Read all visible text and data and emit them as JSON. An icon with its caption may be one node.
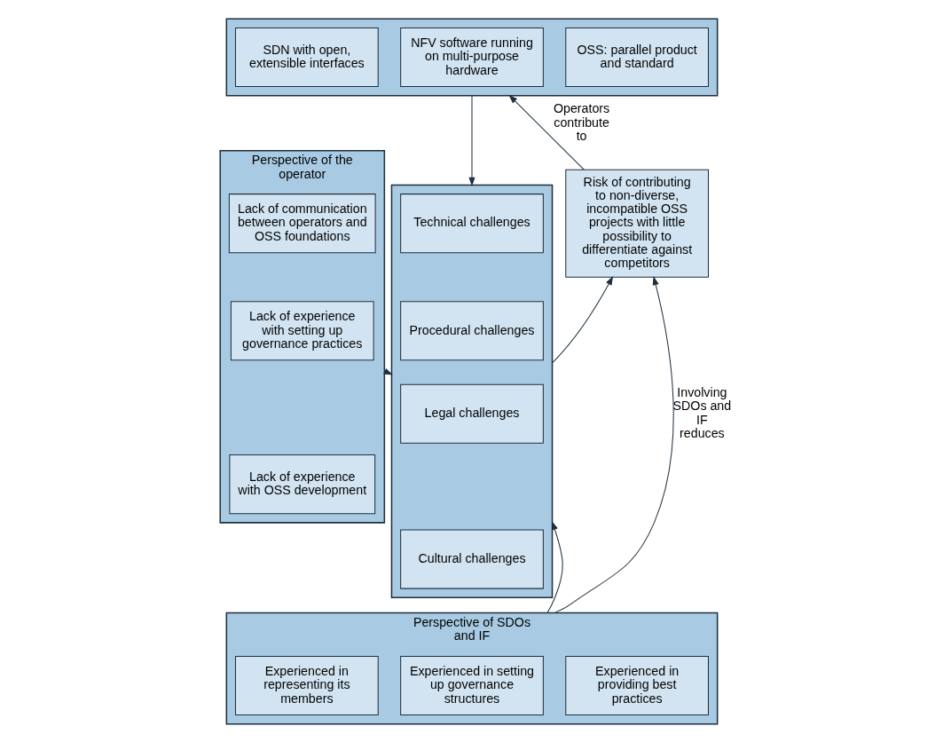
{
  "diagram": {
    "nodes": [
      {
        "text": [],
        "shape": "box"
      },
      {
        "text": [
          "SDN with open, extensible interfaces"
        ],
        "in": 0
      },
      {
        "text": [
          "NFV software running on multi-purpose hardware"
        ],
        "in": 0
      },
      {
        "text": [
          "OSS: parallel product and standard"
        ],
        "in": 0
      },
      {
        "text": [
          "Perspective of the operator"
        ]
      },
      {
        "text": [
          "Lack of communication between operators and OSS foundations"
        ],
        "in": 4
      },
      {
        "text": [
          "Lack of experience with setting up governance practices"
        ],
        "in": 4
      },
      {
        "text": [
          "Lack of experience with OSS development"
        ],
        "in": 4
      },
      {
        "text": [],
        "shape": "box"
      },
      {
        "text": [
          "Technical challenges"
        ],
        "in": 8
      },
      {
        "text": [
          "Procedural challenges"
        ],
        "in": 8
      },
      {
        "text": [
          "Legal challenges"
        ],
        "in": 8
      },
      {
        "text": [
          "Cultural challenges"
        ],
        "in": 8
      },
      {
        "text": [
          "Risk of contributing to non-diverse, incompatible OSS projects with little possibility to differentiate against competitors"
        ]
      },
      {
        "text": [
          "Perspective of SDOs and IF"
        ]
      },
      {
        "text": [
          "Experienced in representing its members"
        ],
        "in": 14
      },
      {
        "text": [
          "Experienced in setting up governance structures"
        ],
        "in": 14
      },
      {
        "text": [
          "Experienced in providing best practices"
        ],
        "in": 14
      }
    ],
    "edges": [
      {
        "from": 0,
        "to": 8,
        "arrow": "to"
      },
      {
        "from": 4,
        "to": 8,
        "arrow": "to"
      },
      {
        "from": 8,
        "to": 13,
        "arrow": "to"
      },
      {
        "from": 14,
        "to": 8,
        "arrow": "to"
      },
      {
        "from": 13,
        "to": 0,
        "arrow": "to",
        "label": "Operators contribute to"
      },
      {
        "from": 14,
        "to": 13,
        "arrow": "to",
        "label": "Involving SDOs and IF reduces"
      }
    ]
  }
}
